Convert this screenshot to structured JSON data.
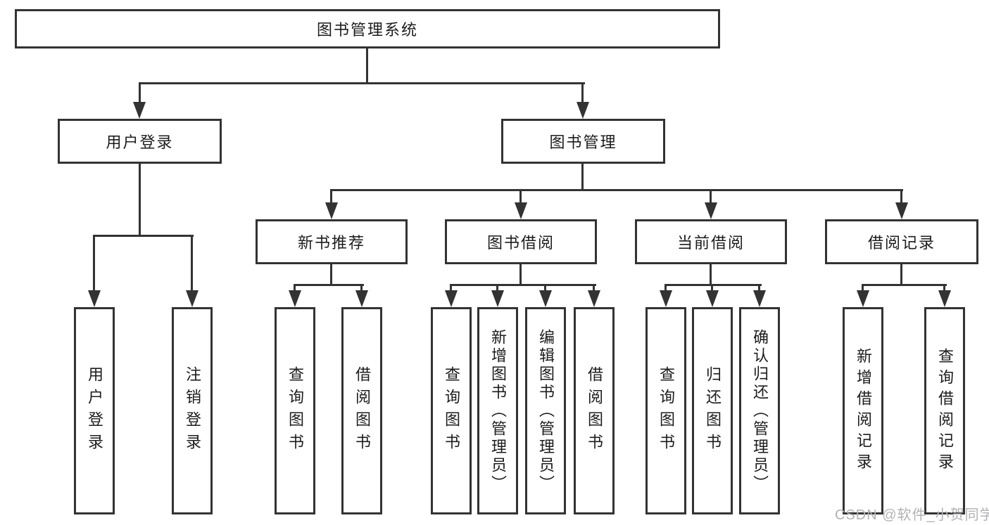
{
  "diagram": {
    "title": "图书管理系统",
    "watermark": "CSDN @软件_小贺同学",
    "colors": {
      "line": "#333333",
      "border": "#333333",
      "text": "#1c1c1c",
      "background": "#ffffff",
      "watermark": "#b2b2b6"
    },
    "nodes": {
      "root": "图书管理系统",
      "user_login": "用户登录",
      "book_management": "图书管理",
      "new_book_recommend": "新书推荐",
      "book_borrow": "图书借阅",
      "current_borrow": "当前借阅",
      "borrow_records": "借阅记录",
      "leaf_user_login": "用户登录",
      "leaf_logout": "注销登录",
      "leaf_query_books_1": "查询图书",
      "leaf_borrow_books_1": "借阅图书",
      "leaf_query_books_2": "查询图书",
      "leaf_add_book_admin": "新增图书（管理员）",
      "leaf_edit_book_admin": "编辑图书（管理员）",
      "leaf_borrow_books_2": "借阅图书",
      "leaf_query_books_3": "查询图书",
      "leaf_return_book": "归还图书",
      "leaf_confirm_return_admin": "确认归还（管理员）",
      "leaf_add_borrow_record": "新增借阅记录",
      "leaf_query_borrow_record": "查询借阅记录"
    }
  }
}
